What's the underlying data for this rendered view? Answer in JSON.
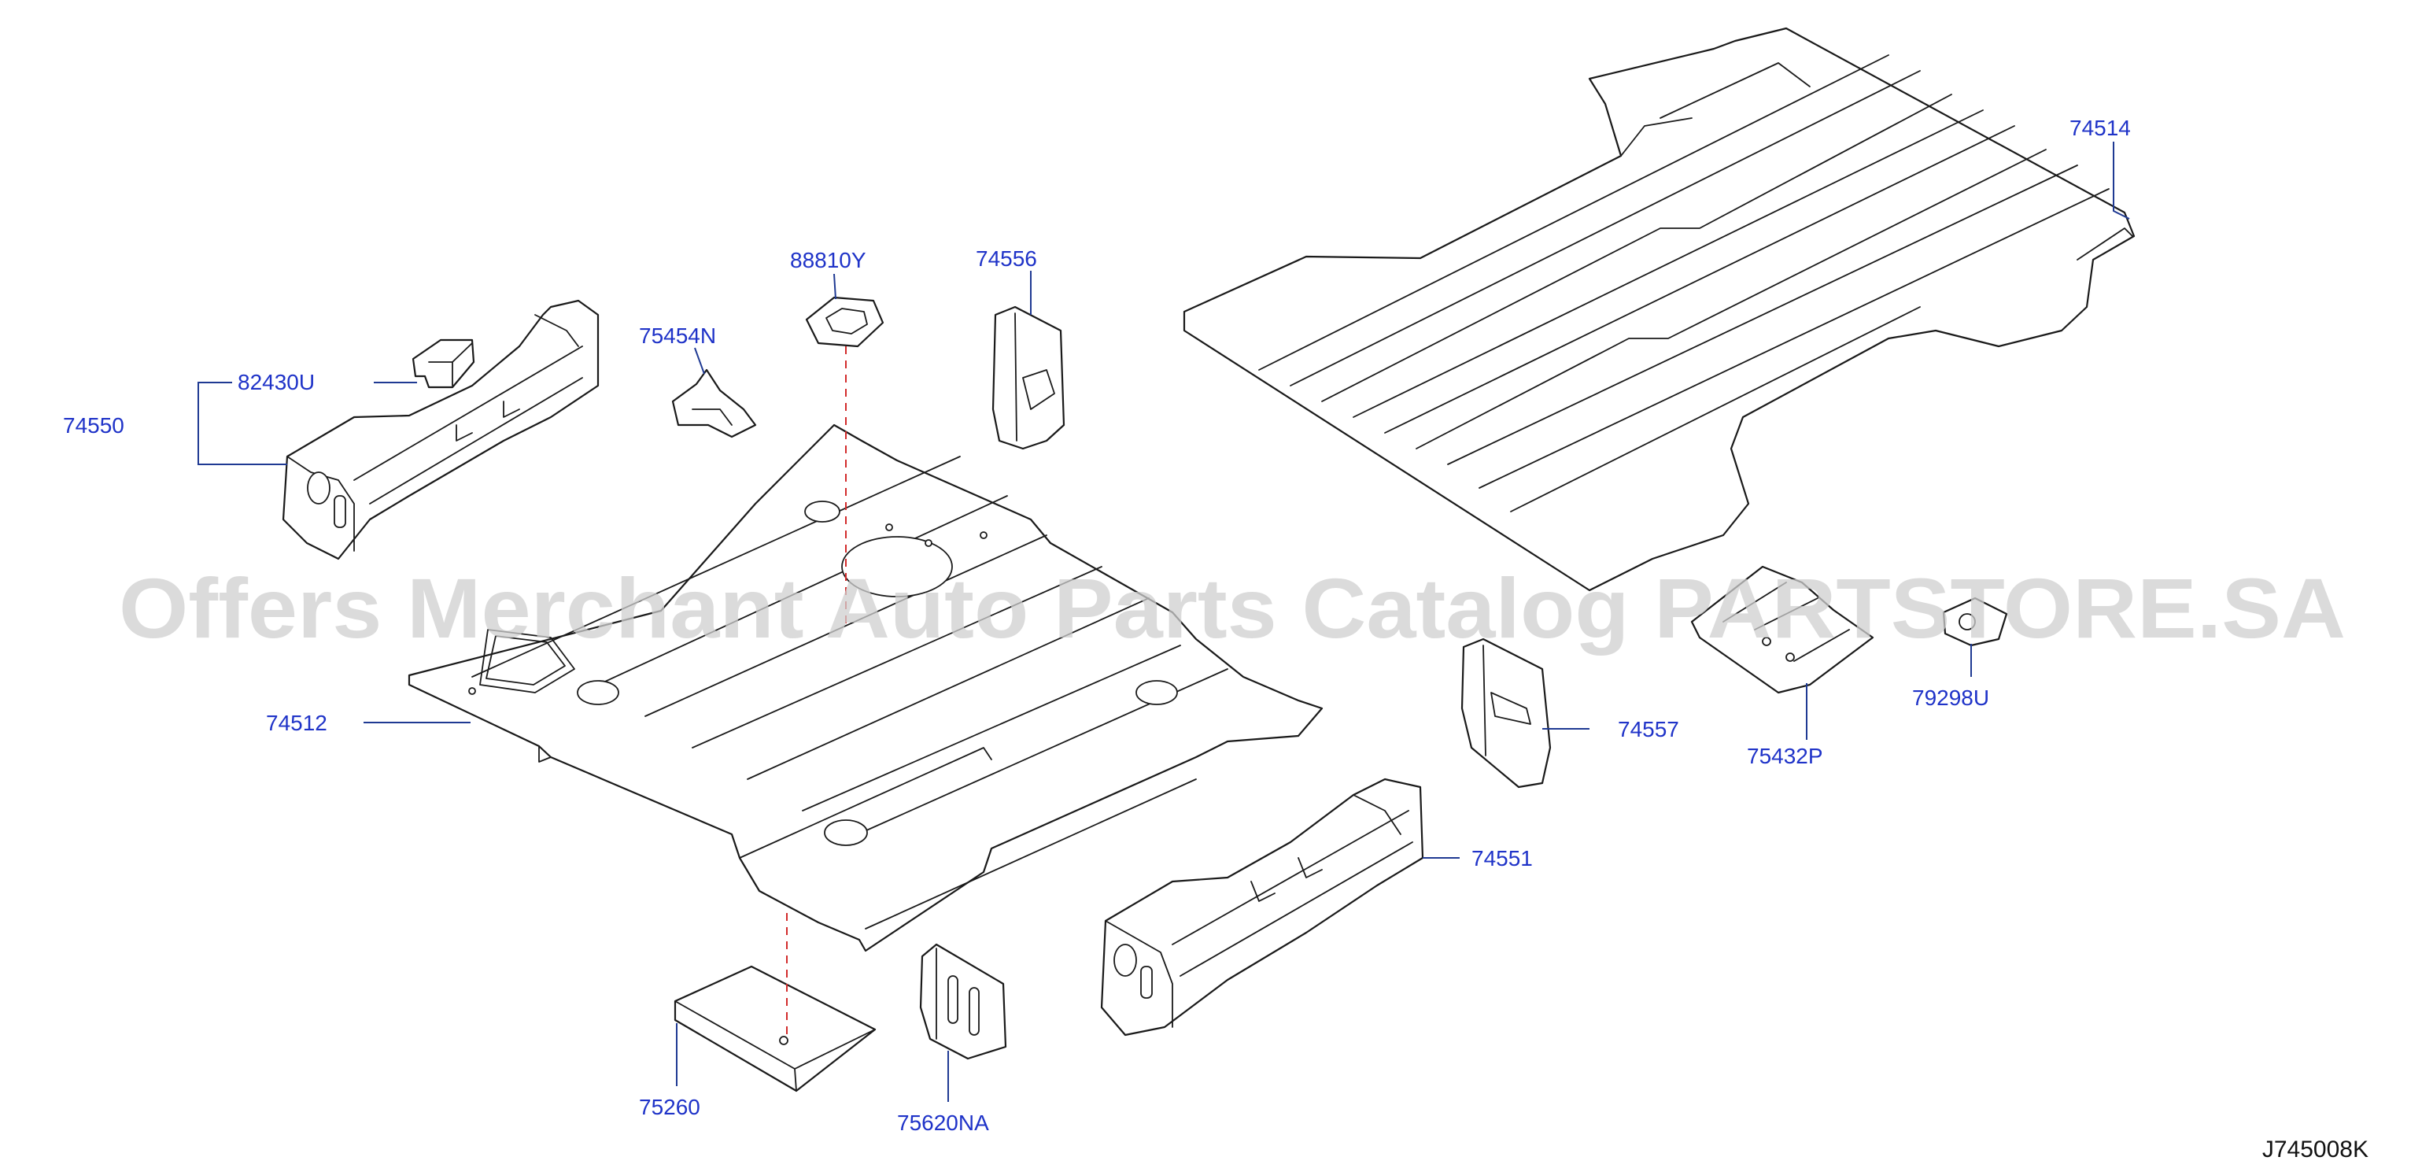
{
  "diagram": {
    "drawing_code": "J745008K",
    "watermark": "Offers Merchant Auto Parts Catalog PARTSTORE.SA",
    "colors": {
      "label": "#1f33c8",
      "leader": "#1f3a93",
      "alignment_line": "#d22b2b",
      "line_art": "#1a1a1a",
      "watermark": "#cfcfcf"
    },
    "parts": [
      {
        "id": "p82430U",
        "number": "82430U"
      },
      {
        "id": "p74550",
        "number": "74550"
      },
      {
        "id": "p75454N",
        "number": "75454N"
      },
      {
        "id": "p88810Y",
        "number": "88810Y"
      },
      {
        "id": "p74556",
        "number": "74556"
      },
      {
        "id": "p74514",
        "number": "74514"
      },
      {
        "id": "p74512",
        "number": "74512"
      },
      {
        "id": "p74557",
        "number": "74557"
      },
      {
        "id": "p75432P",
        "number": "75432P"
      },
      {
        "id": "p79298U",
        "number": "79298U"
      },
      {
        "id": "p74551",
        "number": "74551"
      },
      {
        "id": "p75260",
        "number": "75260"
      },
      {
        "id": "p75620NA",
        "number": "75620NA"
      }
    ]
  }
}
